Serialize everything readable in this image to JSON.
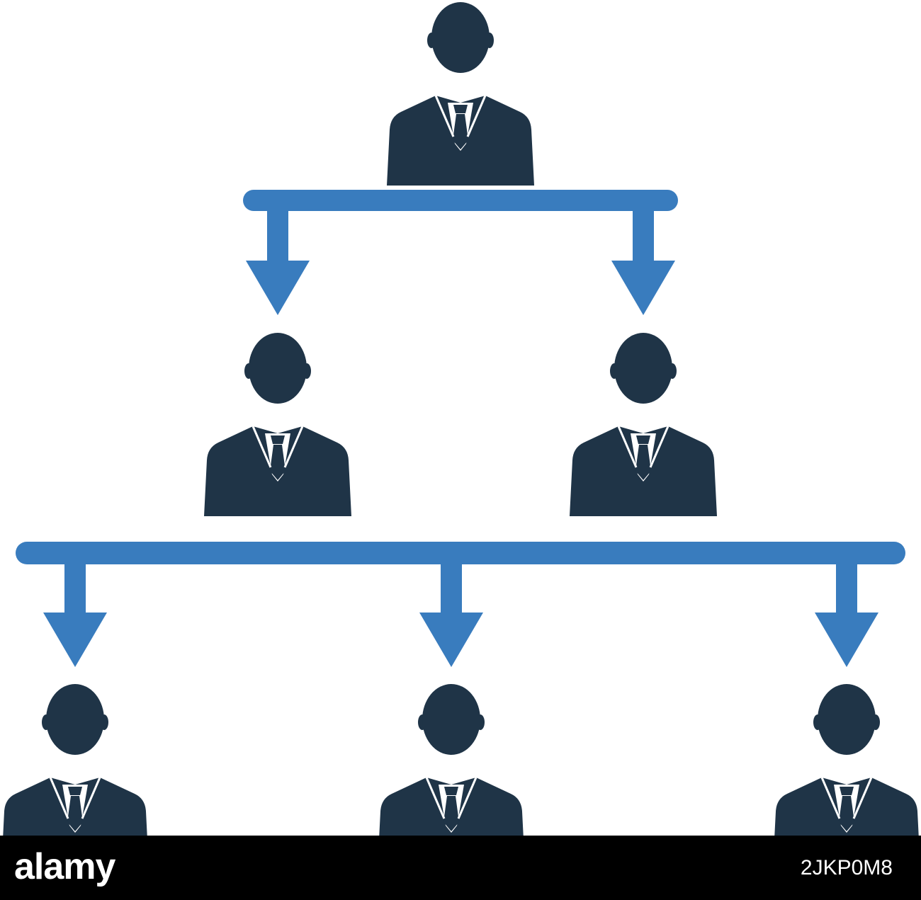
{
  "colors": {
    "person": "#1f3447",
    "connector": "#397cbe",
    "background": "#ffffff",
    "footer_background": "#000000",
    "footer_text": "#ffffff"
  },
  "diagram": {
    "type": "org-chart-hierarchy",
    "levels": [
      {
        "level": 1,
        "people": 1,
        "icon": "businessman-icon"
      },
      {
        "level": 2,
        "people": 2,
        "icon": "businessman-icon"
      },
      {
        "level": 3,
        "people": 3,
        "icon": "businessman-icon"
      }
    ],
    "connectors": [
      {
        "from_level": 1,
        "to_level": 2,
        "arrows": 2,
        "icon": "arrow-down-icon"
      },
      {
        "from_level": 2,
        "to_level": 3,
        "arrows": 3,
        "icon": "arrow-down-icon"
      }
    ]
  },
  "footer": {
    "brand": "alamy",
    "image_id": "2JKP0M8"
  }
}
